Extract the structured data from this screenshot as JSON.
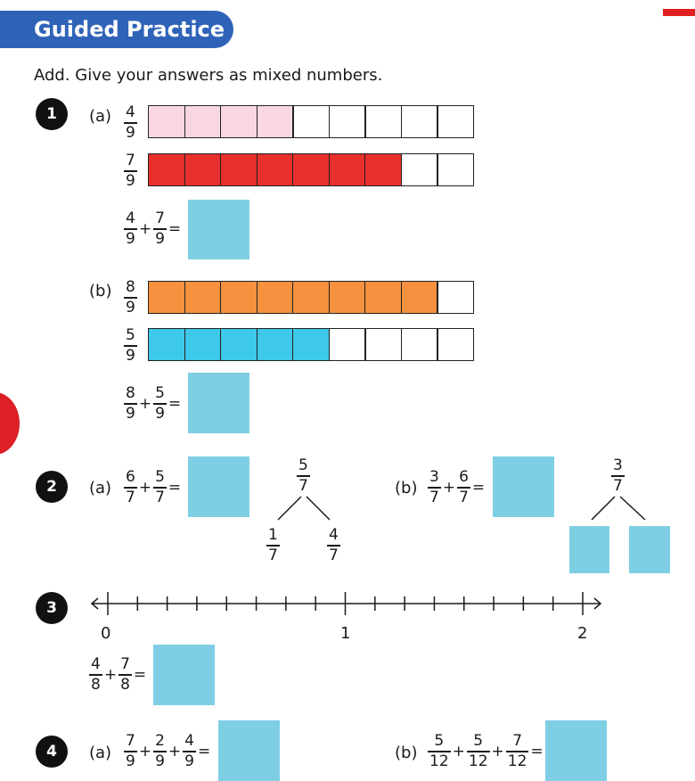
{
  "header": {
    "title": "Guided Practice"
  },
  "instruction": "Add. Give your answers as mixed numbers.",
  "colors": {
    "pink": "#f8d7e3",
    "red": "#e8302c",
    "orange": "#f5913f",
    "blue": "#3ec8ea",
    "answer": "#7fcfe4",
    "banner": "#2f63b8"
  },
  "q1": {
    "num": "1",
    "a": {
      "label": "(a)",
      "bar1": {
        "num": "4",
        "den": "9",
        "filled": 4,
        "total": 9,
        "color": "pink"
      },
      "bar2": {
        "num": "7",
        "den": "9",
        "filled": 7,
        "total": 9,
        "color": "red"
      },
      "expr": {
        "f1n": "4",
        "f1d": "9",
        "plus": "+",
        "f2n": "7",
        "f2d": "9",
        "eq": "="
      }
    },
    "b": {
      "label": "(b)",
      "bar1": {
        "num": "8",
        "den": "9",
        "filled": 8,
        "total": 9,
        "color": "orange"
      },
      "bar2": {
        "num": "5",
        "den": "9",
        "filled": 5,
        "total": 9,
        "color": "blue"
      },
      "expr": {
        "f1n": "8",
        "f1d": "9",
        "plus": "+",
        "f2n": "5",
        "f2d": "9",
        "eq": "="
      }
    }
  },
  "q2": {
    "num": "2",
    "a": {
      "label": "(a)",
      "expr": {
        "f1n": "6",
        "f1d": "7",
        "plus": "+",
        "f2n": "5",
        "f2d": "7",
        "eq": "="
      },
      "tree": {
        "top_n": "5",
        "top_d": "7",
        "left_n": "1",
        "left_d": "7",
        "right_n": "4",
        "right_d": "7"
      }
    },
    "b": {
      "label": "(b)",
      "expr": {
        "f1n": "3",
        "f1d": "7",
        "plus": "+",
        "f2n": "6",
        "f2d": "7",
        "eq": "="
      },
      "tree": {
        "top_n": "3",
        "top_d": "7"
      }
    }
  },
  "q3": {
    "num": "3",
    "numberline": {
      "labels": [
        "0",
        "1",
        "2"
      ],
      "min": 0,
      "max": 2,
      "step_denominator": 8
    },
    "expr": {
      "f1n": "4",
      "f1d": "8",
      "plus": "+",
      "f2n": "7",
      "f2d": "8",
      "eq": "="
    }
  },
  "q4": {
    "num": "4",
    "a": {
      "label": "(a)",
      "f1n": "7",
      "f1d": "9",
      "f2n": "2",
      "f2d": "9",
      "f3n": "4",
      "f3d": "9",
      "plus": "+",
      "eq": "="
    },
    "b": {
      "label": "(b)",
      "f1n": "5",
      "f1d": "12",
      "f2n": "5",
      "f2d": "12",
      "f3n": "7",
      "f3d": "12",
      "plus": "+",
      "eq": "="
    }
  }
}
